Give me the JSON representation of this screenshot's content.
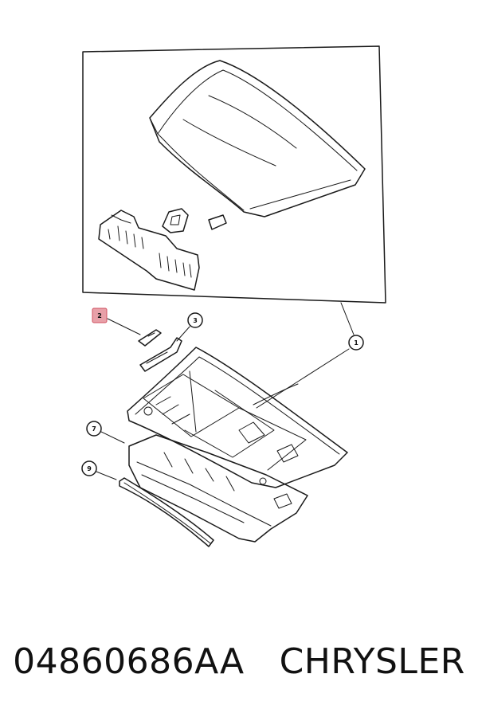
{
  "diagram": {
    "callouts": [
      {
        "number": "1",
        "highlighted": false
      },
      {
        "number": "2",
        "highlighted": true
      },
      {
        "number": "3",
        "highlighted": false
      },
      {
        "number": "7",
        "highlighted": false
      },
      {
        "number": "9",
        "highlighted": false
      }
    ],
    "highlight_color": "#e8a0a8",
    "highlight_stroke": "#d05060"
  },
  "footer": {
    "part_number": "04860686AA",
    "brand": "CHRYSLER"
  }
}
